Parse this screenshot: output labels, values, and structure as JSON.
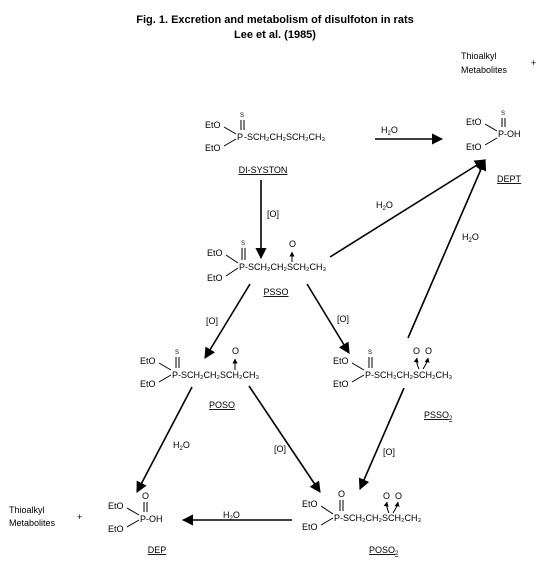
{
  "title_line1": "Fig.  1.  Excretion and metabolism of disulfoton in rats",
  "title_line2": "Lee et al. (1985)",
  "glyphs": {
    "S": "S",
    "O": "O",
    "EtO": "EtO",
    "P": "P",
    "plus": "+",
    "oxidation": "[O]",
    "water": "H",
    "water_sub": "2",
    "water_O": "O"
  },
  "thioalkyl_top": {
    "line1": "Thioalkyl",
    "line2": "Metabolites"
  },
  "thioalkyl_bottom": {
    "line1": "Thioalkyl",
    "line2": "Metabolites"
  },
  "compounds": {
    "disyston": {
      "label": "DI-SYSTON",
      "chain_text": "-SCH₂CH₂SCH₂CH₃"
    },
    "dept": {
      "label": "DEPT",
      "chain_text": "P-OH"
    },
    "psso": {
      "label": "PSSO",
      "chain_text": "P-SCH₂CH₂SCH₂CH₃"
    },
    "poso": {
      "label": "POSO",
      "chain_text": "P-SCH₂CH₂SCH₂CH₃"
    },
    "psso2": {
      "label": "PSSO",
      "label_sub": "2",
      "chain_text": "P-SCH₂CH₂SCH₂CH₃"
    },
    "dep": {
      "label": "DEP",
      "chain_text": "P-OH"
    },
    "poso2": {
      "label": "POSO",
      "label_sub": "2",
      "chain_text": "P-SCH₂CH₂SCH₂CH₃"
    }
  }
}
